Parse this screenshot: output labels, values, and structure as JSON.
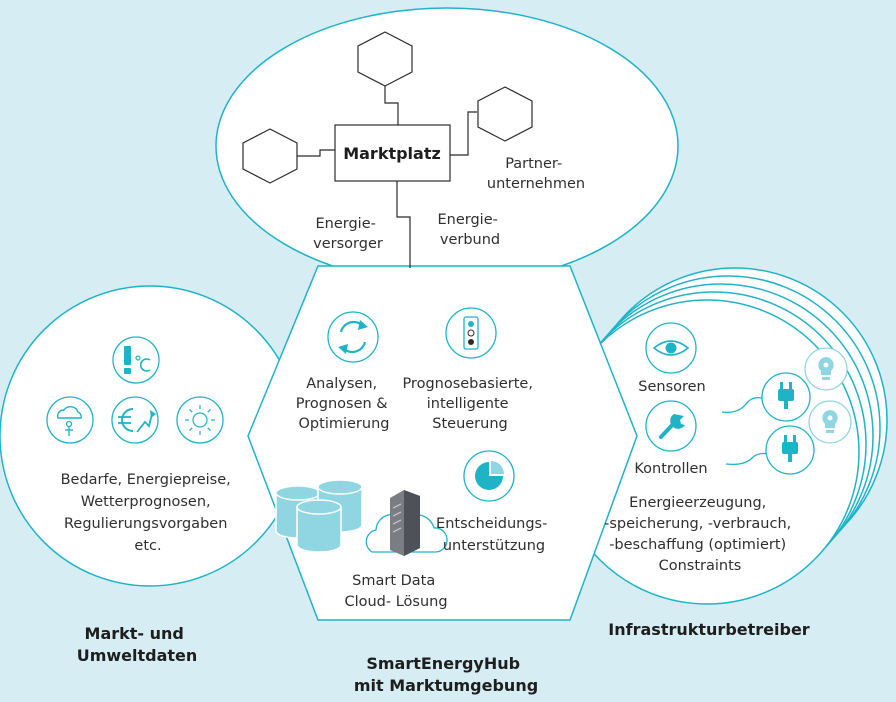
{
  "colors": {
    "background": "#d5edf3",
    "accent": "#1fb3c8",
    "outline": "#1fb3c8",
    "light_accent": "#8fd6e2"
  },
  "marketplace": {
    "center_label": "Marktplatz",
    "partner_label": [
      "Partner-",
      "unternehmen"
    ],
    "supplier_label": [
      "Energie-",
      "versorger"
    ],
    "network_label": [
      "Energie-",
      "verbund"
    ]
  },
  "hub": {
    "analysis_label": [
      "Analysen,",
      "Prognosen &",
      "Optimierung"
    ],
    "control_label": [
      "Prognosebasierte,",
      "intelligente",
      "Steuerung"
    ],
    "decision_label": [
      "Entscheidungs-",
      "unterstützung"
    ],
    "cloud_label": [
      "Smart Data",
      "Cloud- Lösung"
    ],
    "icons": [
      "cycle-arrows-icon",
      "traffic-light-icon",
      "pie-chart-icon",
      "database-cylinders-icon",
      "server-cloud-icon"
    ]
  },
  "market_data": {
    "description": [
      "Bedarfe, Energiepreise,",
      "Wetterprognosen,",
      "Regulierungsvorgaben",
      "etc."
    ],
    "icons": [
      "temperature-warning-icon",
      "weather-person-icon",
      "euro-trend-icon",
      "sun-icon"
    ]
  },
  "infrastructure": {
    "sensor_label": "Sensoren",
    "control_label": "Kontrollen",
    "description": [
      "Energieerzeugung,",
      "-speicherung, -verbrauch,",
      "-beschaffung (optimiert)",
      "Constraints"
    ],
    "icons": [
      "eye-icon",
      "wrench-icon",
      "plug-icon",
      "lightbulb-icon"
    ]
  },
  "section_titles": {
    "market": [
      "Markt- und",
      "Umweltdaten"
    ],
    "hub": [
      "SmartEnergyHub",
      "mit Marktumgebung"
    ],
    "infrastructure": "Infrastrukturbetreiber"
  }
}
